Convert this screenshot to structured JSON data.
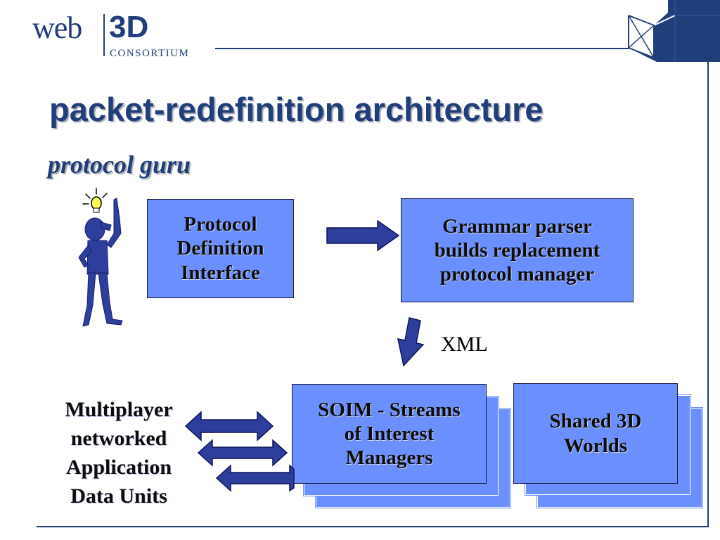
{
  "logo": {
    "web": "web",
    "three_d": "3D",
    "consortium": "CONSORTIUM"
  },
  "slide": {
    "title": "packet-redefinition architecture",
    "subtitle": "protocol guru"
  },
  "diagram": {
    "protocol_definition": [
      "Protocol",
      "Definition",
      "Interface"
    ],
    "grammar_parser": [
      "Grammar parser",
      "builds replacement",
      "protocol manager"
    ],
    "xml_label": "XML",
    "soim": [
      "SOIM - Streams",
      "of Interest",
      "Managers"
    ],
    "shared_worlds": [
      "Shared 3D",
      "Worlds"
    ],
    "applications": [
      "Multiplayer",
      "networked",
      "Application",
      "Data Units"
    ]
  },
  "icons": [
    "corner-cube-icon",
    "guru-figure-icon",
    "lightbulb-icon",
    "right-arrow-icon",
    "down-arrow-icon",
    "double-arrow-icon"
  ],
  "colors": {
    "navy": "#1f3e7a",
    "box_fill": "#6b8fff",
    "arrow_fill": "#2d3e9c"
  }
}
